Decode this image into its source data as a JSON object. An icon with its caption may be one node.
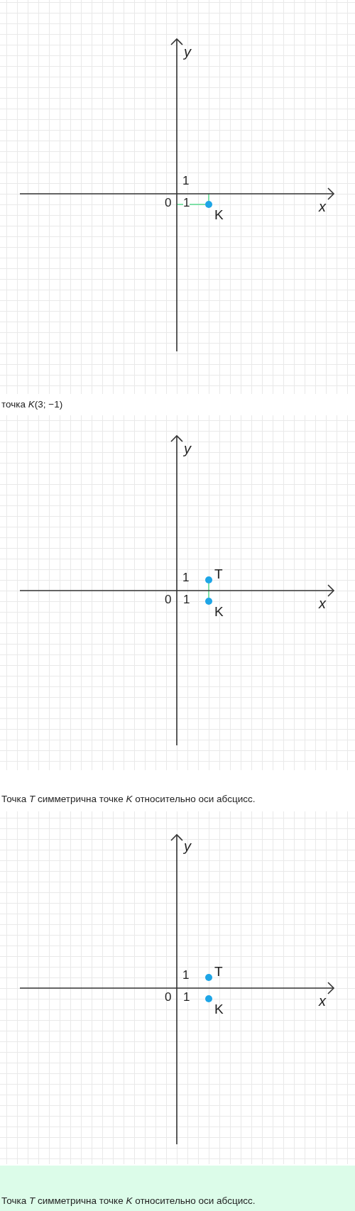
{
  "diagram": {
    "nodes": [
      {
        "text": [],
        "shape": "circle",
        "beside": [
          "K"
        ]
      },
      {
        "text": [],
        "shape": "circle",
        "beside": [
          "T"
        ]
      },
      {
        "text": [],
        "shape": "circle",
        "beside": [
          "K"
        ]
      },
      {
        "text": [],
        "shape": "circle",
        "beside": [
          "T"
        ]
      },
      {
        "text": [],
        "shape": "circle",
        "beside": [
          "K"
        ]
      }
    ],
    "edges": [
      {
        "from": 1,
        "to": 2,
        "arrow": "none",
        "color": "#7fe0a8"
      }
    ],
    "labels": [
      "y",
      "1",
      "0",
      "1",
      "x",
      "точка *K*(3; −1)",
      "y",
      "1",
      "0",
      "1",
      "x",
      "Точка *T* симметрична точке *K* относительно оси абсцисс.",
      "y",
      "1",
      "0",
      "1",
      "x",
      "Точка *T* симметрична точке *K* относительно оси абсцисс."
    ]
  }
}
